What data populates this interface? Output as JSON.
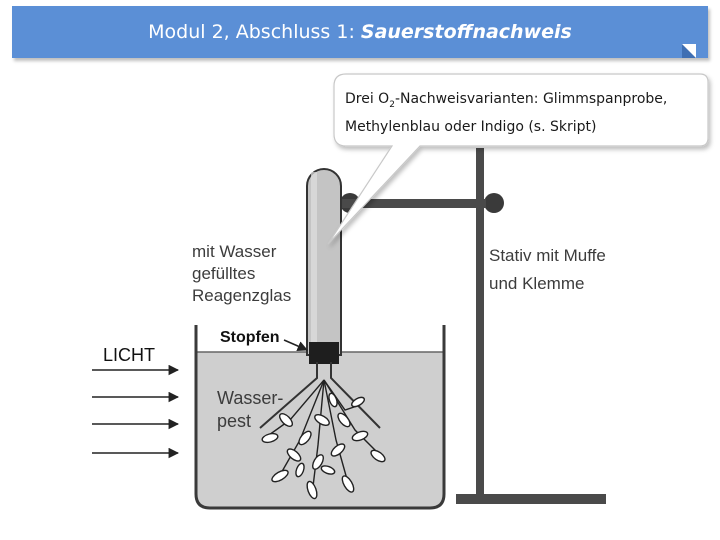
{
  "header": {
    "title_prefix": "Modul 2, Abschluss 1: ",
    "title_emph": "Sauerstoffnachweis",
    "color": "#5b8fd6"
  },
  "callout": {
    "line1_a": "Drei O",
    "line1_sub": "2",
    "line1_b": "-Nachweisvarianten: Glimmspanprobe,",
    "line2": "Methylenblau oder Indigo (s. Skript)"
  },
  "labels": {
    "test_tube": "mit Wasser\ngefülltes\nReagenzglas",
    "stand": "Stativ mit Muffe\nund Klemme",
    "stopper": "Stopfen",
    "light": "LICHT",
    "plant": "Wasser-\npest"
  }
}
